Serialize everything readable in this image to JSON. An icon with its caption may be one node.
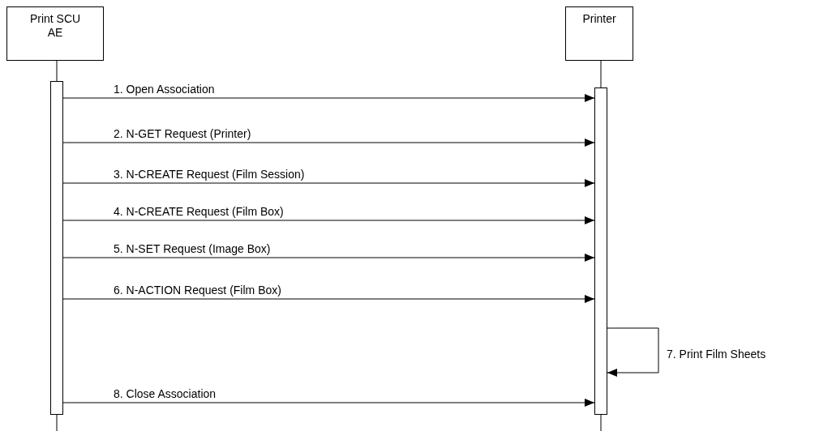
{
  "diagram": {
    "nodes": [
      {
        "text": [
          "Print SCU AE"
        ]
      },
      {
        "text": [
          "Printer"
        ]
      },
      {
        "text": [],
        "shape": "bar"
      },
      {
        "text": [],
        "shape": "bar"
      }
    ],
    "edges": [
      {
        "from": 0,
        "to": 2,
        "arrow": "none"
      },
      {
        "from": 1,
        "to": 3,
        "arrow": "none"
      },
      {
        "from": 2,
        "to": 3,
        "arrow": "to",
        "label": "1. Open Association"
      },
      {
        "from": 2,
        "to": 3,
        "arrow": "to",
        "label": "2. N-GET Request (Printer)"
      },
      {
        "from": 2,
        "to": 3,
        "arrow": "to",
        "label": "3. N-CREATE Request (Film Session)"
      },
      {
        "from": 2,
        "to": 3,
        "arrow": "to",
        "label": "4. N-CREATE Request (Film Box)"
      },
      {
        "from": 2,
        "to": 3,
        "arrow": "to",
        "label": "5. N-SET Request (Image Box)"
      },
      {
        "from": 2,
        "to": 3,
        "arrow": "to",
        "label": "6. N-ACTION Request (Film Box)"
      },
      {
        "from": 3,
        "to": 3,
        "arrow": "to",
        "label": "7. Print Film Sheets"
      },
      {
        "from": 2,
        "to": 3,
        "arrow": "to",
        "label": "8. Close Association"
      },
      {
        "from": 2,
        "to": null,
        "arrow": "none"
      },
      {
        "from": 3,
        "to": null,
        "arrow": "none"
      }
    ]
  }
}
